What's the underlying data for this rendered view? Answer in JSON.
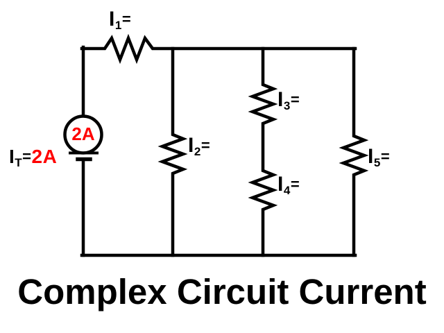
{
  "diagram": {
    "title": "Complex Circuit Current",
    "colors": {
      "background": "#FFFFFF",
      "wire": "#000000",
      "text": "#000000",
      "highlight": "#FF0000"
    },
    "current_source": {
      "value": "2A"
    },
    "total_current": {
      "symbol": "I",
      "subscript": "T",
      "equals": "=",
      "value": "2A"
    },
    "labels": {
      "i1": {
        "symbol": "I",
        "subscript": "1",
        "equals": "="
      },
      "i2": {
        "symbol": "I",
        "subscript": "2",
        "equals": "="
      },
      "i3": {
        "symbol": "I",
        "subscript": "3",
        "equals": "="
      },
      "i4": {
        "symbol": "I",
        "subscript": "4",
        "equals": "="
      },
      "i5": {
        "symbol": "I",
        "subscript": "5",
        "equals": "="
      }
    }
  }
}
